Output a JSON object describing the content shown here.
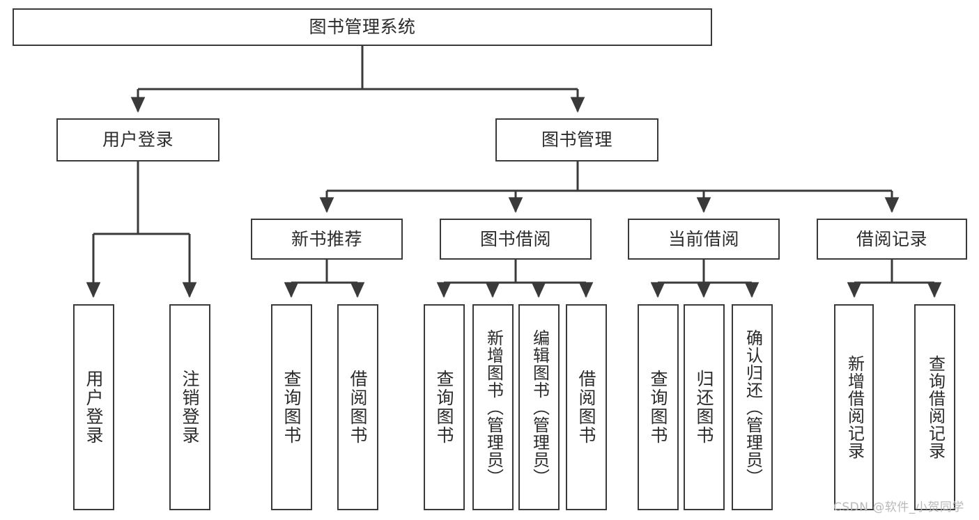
{
  "diagram": {
    "title": "图书管理系统",
    "type": "tree",
    "root": {
      "label": "图书管理系统"
    },
    "level2": [
      {
        "id": "user-login",
        "label": "用户登录"
      },
      {
        "id": "book-manage",
        "label": "图书管理"
      }
    ],
    "level3": [
      {
        "id": "new-book-recommend",
        "label": "新书推荐"
      },
      {
        "id": "book-borrow",
        "label": "图书借阅"
      },
      {
        "id": "current-borrow",
        "label": "当前借阅"
      },
      {
        "id": "borrow-record",
        "label": "借阅记录"
      }
    ],
    "leaves": {
      "user_login": [
        {
          "id": "leaf-user-login",
          "label": "用户登录"
        },
        {
          "id": "leaf-logout-login",
          "label": "注销登录"
        }
      ],
      "new_book_recommend": [
        {
          "id": "leaf-query-book-1",
          "label": "查询图书"
        },
        {
          "id": "leaf-borrow-book-1",
          "label": "借阅图书"
        }
      ],
      "book_borrow": [
        {
          "id": "leaf-query-book-2",
          "label": "查询图书"
        },
        {
          "id": "leaf-add-book",
          "label": "新增图书（管理员）"
        },
        {
          "id": "leaf-edit-book",
          "label": "编辑图书（管理员）"
        },
        {
          "id": "leaf-borrow-book-2",
          "label": "借阅图书"
        }
      ],
      "current_borrow": [
        {
          "id": "leaf-query-book-3",
          "label": "查询图书"
        },
        {
          "id": "leaf-return-book",
          "label": "归还图书"
        },
        {
          "id": "leaf-confirm-return",
          "label": "确认归还（管理员）"
        }
      ],
      "borrow_record": [
        {
          "id": "leaf-add-record",
          "label": "新增借阅记录"
        },
        {
          "id": "leaf-query-record",
          "label": "查询借阅记录"
        }
      ]
    }
  },
  "watermark": {
    "text": "CSDN @软件_小贺同学"
  },
  "colors": {
    "box_border": "#3a3a3a",
    "box_fill": "#ffffff",
    "line": "#3a3a3a",
    "text": "#2b2b2b",
    "watermark": "#b9b9b9",
    "background": "#ffffff"
  }
}
